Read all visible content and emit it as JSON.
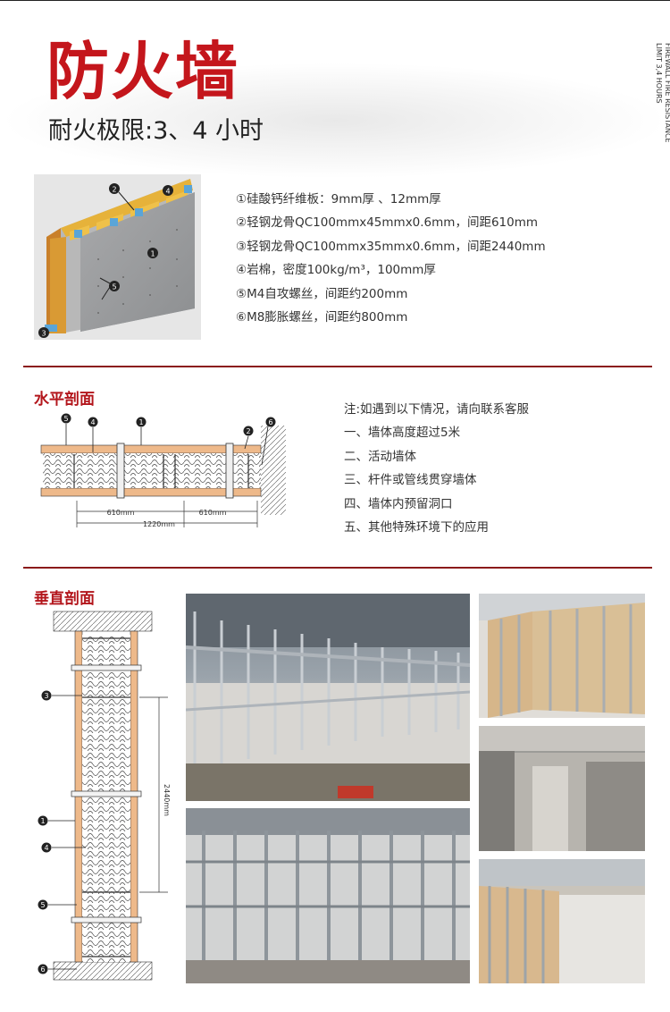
{
  "header": {
    "title": "防火墙",
    "subtitle": "耐火极限:3、4 小时",
    "side_line1": "FIREWALL FIRE RESISTANCE",
    "side_line2": "LIMIT 3,4 HOURS"
  },
  "diagram_labels": [
    "1",
    "2",
    "3",
    "4",
    "5",
    "6"
  ],
  "specs": [
    "①硅酸钙纤维板：9mm厚 、12mm厚",
    "②轻钢龙骨QC100mmx45mmx0.6mm，间距610mm",
    "③轻钢龙骨QC100mmx35mmx0.6mm，间距2440mm",
    "④岩棉，密度100kg/m³，100mm厚",
    "⑤M4自攻螺丝，间距约200mm",
    "⑥M8膨胀螺丝，间距约800mm"
  ],
  "horizontal_section": {
    "title": "水平剖面",
    "dim_610_a": "610mm",
    "dim_610_b": "610mm",
    "dim_1220": "1220mm"
  },
  "notes": {
    "heading": "注:如遇到以下情况，请向联系客服",
    "items": [
      "一、墙体高度超过5米",
      "二、活动墙体",
      "三、杆件或管线贯穿墙体",
      "四、墙体内预留洞口",
      "五、其他特殊环境下的应用"
    ]
  },
  "vertical_section": {
    "title": "垂直剖面",
    "dim_2440": "2440mm"
  },
  "colors": {
    "brand_red": "#c4161c",
    "divider": "#8b1a1a",
    "stud_orange": "#e9a24e",
    "insulation": "#ffffff"
  }
}
